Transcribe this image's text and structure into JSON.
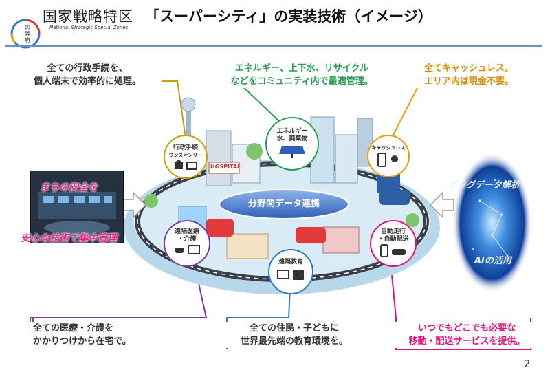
{
  "header": {
    "logo_text": "国家戦略特区",
    "logo_subtext": "National Strategic Special Zones",
    "seal_text": "内閣府",
    "title": "「スーパーシティ」の実装技術（イメージ）"
  },
  "callouts": {
    "admin": [
      "全ての行政手続を、",
      "個人端末で効率的に処理。"
    ],
    "energy": [
      "エネルギー、上下水、リサイクル",
      "などをコミュニティ内で最適管理。"
    ],
    "cash": [
      "全てキャッシュレス。",
      "エリア内は現金不要。"
    ],
    "medical": [
      "全ての医療・介護を",
      "かかりつけから在宅で。"
    ],
    "education": [
      "全ての住民・子どもに",
      "世界最先端の教育環境を。"
    ],
    "mobility": [
      "いつでもどこでも必要な",
      "移動・配送サービスを提供。"
    ]
  },
  "nodes": {
    "admin": [
      "行政手続",
      "ワンスオンリー"
    ],
    "energy": [
      "エネルギー",
      "水、廃棄物"
    ],
    "cash": [
      "キャッシュレス"
    ],
    "medical": [
      "遠隔医療",
      "・介護"
    ],
    "education": [
      "遠隔教育"
    ],
    "mobility": [
      "自動走行",
      "・自動配送"
    ]
  },
  "hub_label": "分野間データ連携",
  "city_sign": "HOSPITAL",
  "safety": [
    "まちの安全を",
    "安心な技術で集中管理"
  ],
  "bigdata": [
    "ビッグデータ解析",
    "AIの活用"
  ],
  "page_number": "2",
  "colors": {
    "admin": "#c8a000",
    "energy": "#2a9a55",
    "cash": "#e5a100",
    "medical": "#7a3fa0",
    "education": "#2f79c2",
    "mobility": "#e2117a",
    "title_rule": "#6a8fb8"
  }
}
